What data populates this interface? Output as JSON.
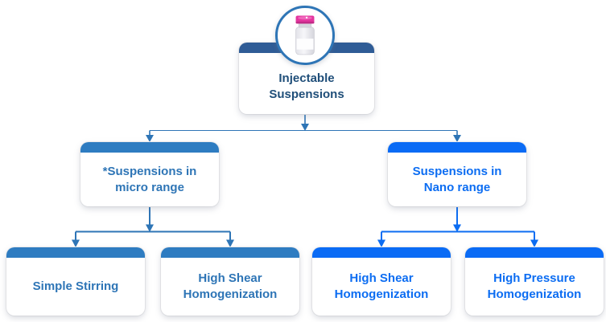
{
  "colors": {
    "root_bar": "#2F5C96",
    "root_text": "#1F4E79",
    "micro_bar": "#2E7CC1",
    "micro_text": "#2E75B6",
    "nano_bar": "#0A6BF5",
    "nano_text": "#0C6DF2",
    "connector_root": "#2E75B6",
    "connector_micro": "#2E75B6",
    "connector_nano": "#0C6DF2",
    "circle_border": "#2E75B6",
    "vial_cap": "#E3359E"
  },
  "nodes": {
    "root": {
      "label": "Injectable Suspensions",
      "icon": "medicine-vial-icon"
    },
    "micro": {
      "label": "*Suspensions in micro range"
    },
    "nano": {
      "label": "Suspensions in Nano range"
    },
    "simple_stirring": {
      "label": "Simple Stirring"
    },
    "high_shear_micro": {
      "label": "High Shear Homogenization"
    },
    "high_shear_nano": {
      "label": "High Shear Homogenization"
    },
    "high_pressure": {
      "label": "High Pressure Homogenization"
    }
  }
}
